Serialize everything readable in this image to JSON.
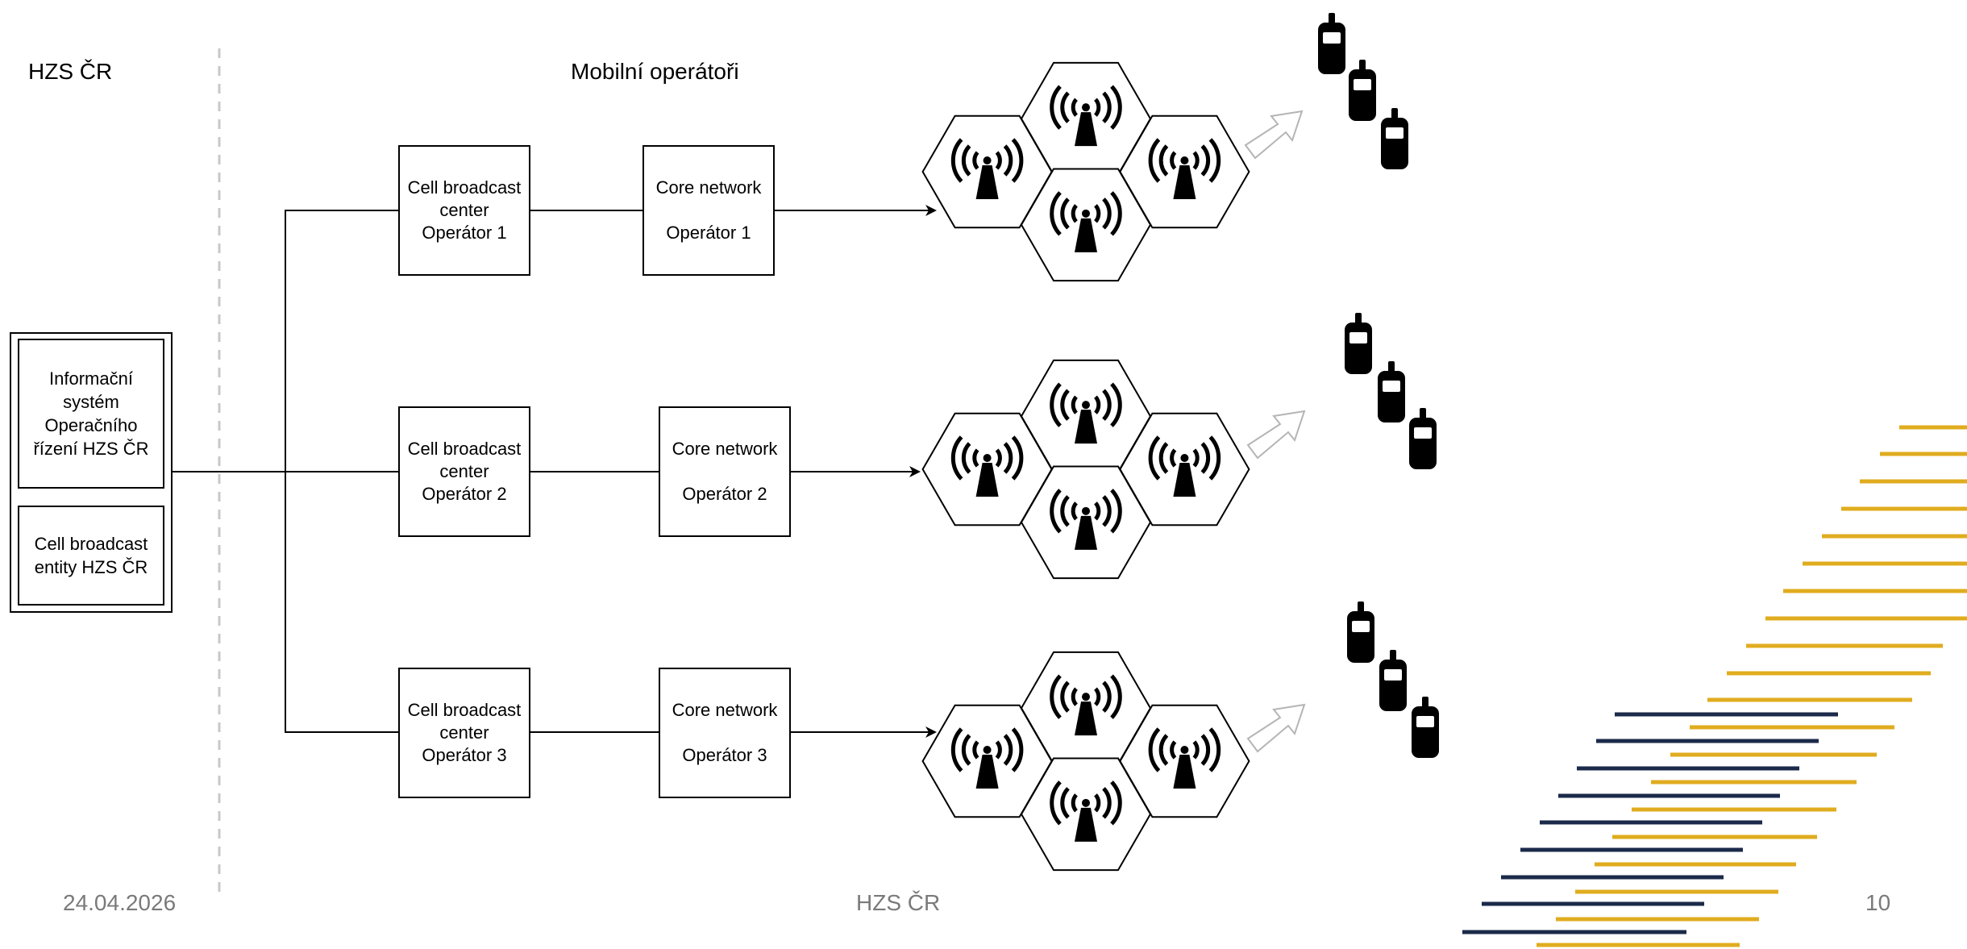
{
  "headers": {
    "left": "HZS ČR",
    "right": "Mobilní operátoři"
  },
  "hzs_system": {
    "info_system": "Informační systém Operačního řízení HZS ČR",
    "cbe": "Cell broadcast entity HZS ČR"
  },
  "operators": [
    {
      "cbc_line1": "Cell broadcast",
      "cbc_line2": "center",
      "cbc_line3": "Operátor 1",
      "core_line1": "Core network",
      "core_line2": "Operátor 1"
    },
    {
      "cbc_line1": "Cell broadcast",
      "cbc_line2": "center",
      "cbc_line3": "Operátor 2",
      "core_line1": "Core network",
      "core_line2": "Operátor 2"
    },
    {
      "cbc_line1": "Cell broadcast",
      "cbc_line2": "center",
      "cbc_line3": "Operátor 3",
      "core_line1": "Core network",
      "core_line2": "Operátor 3"
    }
  ],
  "footer": {
    "date": "24.04.2026",
    "center": "HZS ČR",
    "page": "10"
  },
  "colors": {
    "gold": "#E0AC1F",
    "navy": "#1B2A4A",
    "divider": "#C8C8C8"
  }
}
